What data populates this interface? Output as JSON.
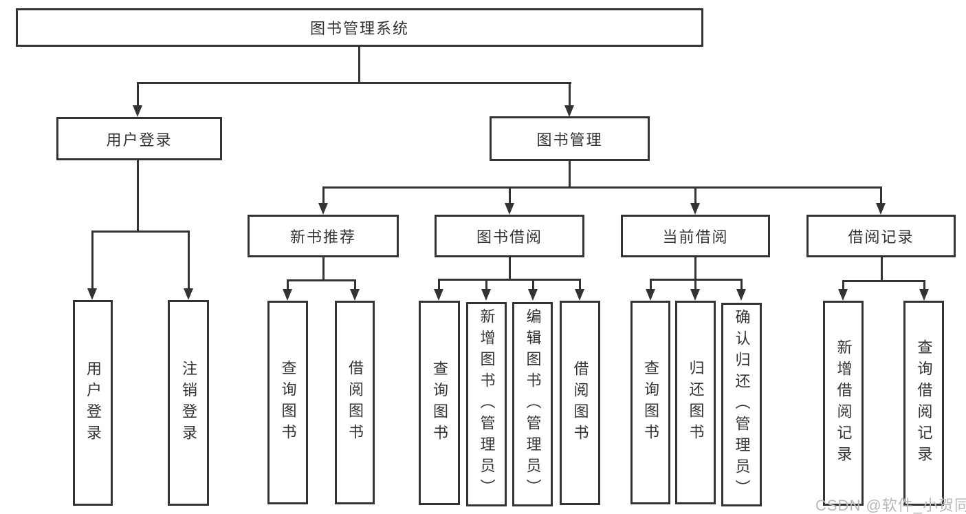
{
  "tree": {
    "label": "图书管理系统",
    "children": [
      {
        "label": "用户登录",
        "children": [
          {
            "label": "用户登录"
          },
          {
            "label": "注销登录"
          }
        ]
      },
      {
        "label": "图书管理",
        "children": [
          {
            "label": "新书推荐",
            "children": [
              {
                "label": "查询图书"
              },
              {
                "label": "借阅图书"
              }
            ]
          },
          {
            "label": "图书借阅",
            "children": [
              {
                "label": "查询图书"
              },
              {
                "label": "新增图书（管理员）"
              },
              {
                "label": "编辑图书（管理员）"
              },
              {
                "label": "借阅图书"
              }
            ]
          },
          {
            "label": "当前借阅",
            "children": [
              {
                "label": "查询图书"
              },
              {
                "label": "归还图书"
              },
              {
                "label": "确认归还（管理员）"
              }
            ]
          },
          {
            "label": "借阅记录",
            "children": [
              {
                "label": "新增借阅记录"
              },
              {
                "label": "查询借阅记录"
              }
            ]
          }
        ]
      }
    ]
  },
  "watermark": {
    "text": "CSDN @软件_小贺同学"
  },
  "colors": {
    "line": "#333333",
    "text": "#333333",
    "box_background": "#ffffff",
    "watermark": "#b9b9b9",
    "page_background": "#ffffff"
  }
}
